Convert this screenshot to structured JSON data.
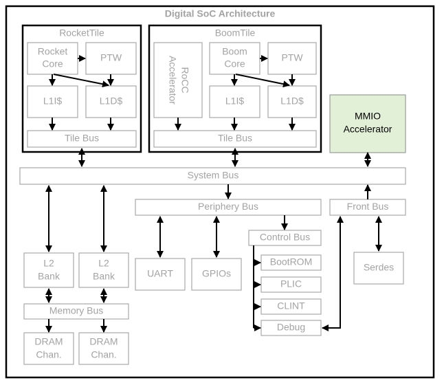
{
  "title": "Digital SoC Architecture",
  "rocket_tile": {
    "title": "RocketTile",
    "core": [
      "Rocket",
      "Core"
    ],
    "ptw": "PTW",
    "l1i": "L1I$",
    "l1d": "L1D$",
    "tile_bus": "Tile Bus"
  },
  "boom_tile": {
    "title": "BoomTile",
    "rocc": [
      "RoCC",
      "Accelerator"
    ],
    "core": [
      "Boom",
      "Core"
    ],
    "ptw": "PTW",
    "l1i": "L1I$",
    "l1d": "L1D$",
    "tile_bus": "Tile Bus"
  },
  "mmio": [
    "MMIO",
    "Accelerator"
  ],
  "system_bus": "System Bus",
  "periphery_bus": "Periphery Bus",
  "front_bus": "Front Bus",
  "control_bus": "Control Bus",
  "l2_banks": [
    [
      "L2",
      "Bank"
    ],
    [
      "L2",
      "Bank"
    ]
  ],
  "memory_bus": "Memory Bus",
  "dram": [
    [
      "DRAM",
      "Chan."
    ],
    [
      "DRAM",
      "Chan."
    ]
  ],
  "uart": "UART",
  "gpios": "GPIOs",
  "serdes": "Serdes",
  "control_devices": [
    "BootROM",
    "PLIC",
    "CLINT",
    "Debug"
  ],
  "colors": {
    "border": "#000000",
    "box_stroke": "#a8a8a8",
    "label": "#a3a3a3",
    "mmio_fill": "#e3f0d8"
  }
}
